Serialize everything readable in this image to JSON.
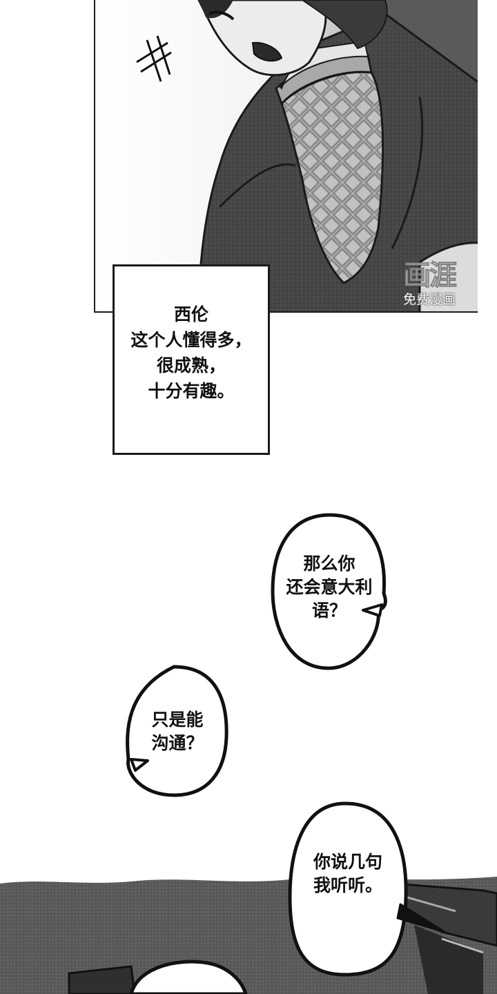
{
  "watermark": {
    "logo": "画涯",
    "text": "免费漫画"
  },
  "narration": {
    "text": "西伦\n这个人懂得多，\n很成熟，\n十分有趣。"
  },
  "bubbles": [
    {
      "text": "那么你\n还会意大利\n语？"
    },
    {
      "text": "只是能\n沟通？"
    },
    {
      "text": "你说几句\n我听听。"
    }
  ],
  "colors": {
    "ink": "#111111",
    "sweater": "#bdbdbd",
    "jacket": "#4a4a4a",
    "ground": "#5e5e5e"
  }
}
